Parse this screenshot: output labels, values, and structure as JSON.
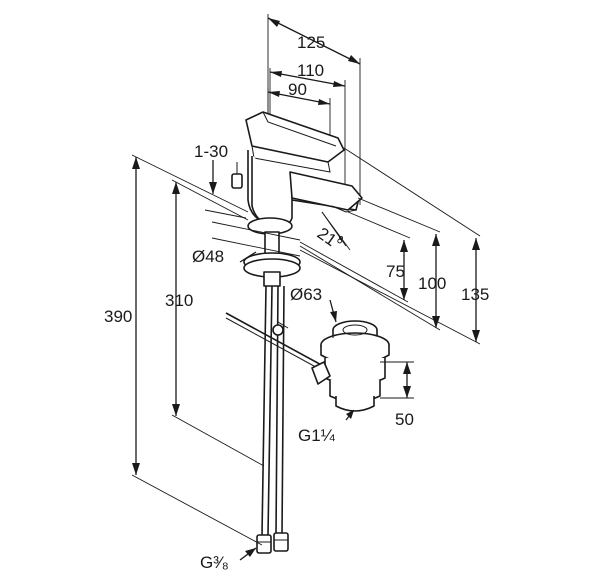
{
  "dimensions": {
    "width_125": "125",
    "width_110": "110",
    "width_90": "90",
    "cutout_1_30": "1-30",
    "spout_angle": "21°",
    "diameter_48": "Ø48",
    "diameter_63": "Ø63",
    "height_75": "75",
    "height_100": "100",
    "height_135": "135",
    "height_390": "390",
    "height_310": "310",
    "drain_50": "50",
    "thread_g114": "G1¼",
    "thread_g38": "G³⁄₈"
  }
}
